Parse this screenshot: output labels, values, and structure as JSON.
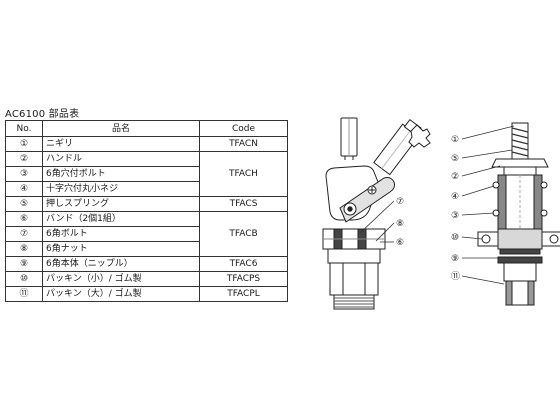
{
  "table_title": "AC6100 部品表",
  "headers": {
    "no": "No.",
    "name": "品名",
    "code": "Code"
  },
  "rows": [
    {
      "no": "①",
      "name": "ニギリ",
      "code": "TFACN"
    },
    {
      "no": "②",
      "name": "ハンドル",
      "code": "TFACH"
    },
    {
      "no": "③",
      "name": "6角穴付ボルト",
      "code": ""
    },
    {
      "no": "④",
      "name": "十字穴付丸小ネジ",
      "code": ""
    },
    {
      "no": "⑤",
      "name": "押しスプリング",
      "code": "TFACS"
    },
    {
      "no": "⑥",
      "name": "バンド（2個1組）",
      "code": "TFACB"
    },
    {
      "no": "⑦",
      "name": "6角ボルト",
      "code": ""
    },
    {
      "no": "⑧",
      "name": "6角ナット",
      "code": ""
    },
    {
      "no": "⑨",
      "name": "6角本体（ニップル）",
      "code": "TFAC6"
    },
    {
      "no": "⑩",
      "name": "パッキン（小）/ ゴム製",
      "code": "TFACPS"
    },
    {
      "no": "⑪",
      "name": "パッキン（大）/ ゴム製",
      "code": "TFACPL"
    }
  ],
  "callouts_left": [
    "⑦",
    "⑧",
    "⑥"
  ],
  "callouts_right": [
    "①",
    "⑤",
    "②",
    "④",
    "③",
    "⑩",
    "⑨",
    "⑪"
  ]
}
